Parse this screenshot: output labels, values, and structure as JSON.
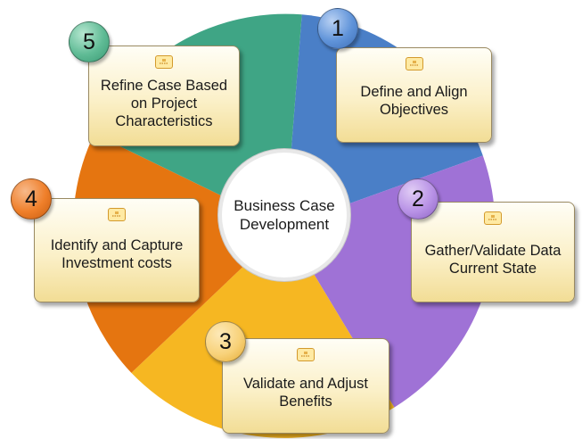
{
  "center": {
    "label": "Business Case\nDevelopment"
  },
  "steps": [
    {
      "number": "1",
      "label": "Define and Align\nObjectives",
      "color": "#4a7fc7",
      "badge_color": "#5f93d9"
    },
    {
      "number": "2",
      "label": "Gather/Validate Data\nCurrent State",
      "color": "#9f72d6",
      "badge_color": "#b892e6"
    },
    {
      "number": "3",
      "label": "Validate and Adjust\nBenefits",
      "color": "#f6b722",
      "badge_color": "#f8d27a"
    },
    {
      "number": "4",
      "label": "Identify and Capture\nInvestment costs",
      "color": "#e57510",
      "badge_color": "#ef7f2a"
    },
    {
      "number": "5",
      "label": "Refine Case Based\non Project\nCharacteristics",
      "color": "#3fa585",
      "badge_color": "#5fbb95"
    }
  ],
  "card_icon": "document-icon"
}
